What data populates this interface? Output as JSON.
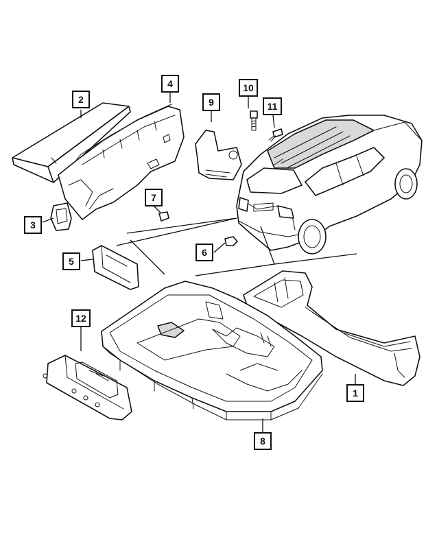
{
  "callouts": [
    {
      "id": "1",
      "label": "1"
    },
    {
      "id": "2",
      "label": "2"
    },
    {
      "id": "3",
      "label": "3"
    },
    {
      "id": "4",
      "label": "4"
    },
    {
      "id": "5",
      "label": "5"
    },
    {
      "id": "6",
      "label": "6"
    },
    {
      "id": "7",
      "label": "7"
    },
    {
      "id": "8",
      "label": "8"
    },
    {
      "id": "9",
      "label": "9"
    },
    {
      "id": "10",
      "label": "10"
    },
    {
      "id": "11",
      "label": "11"
    },
    {
      "id": "12",
      "label": "12"
    }
  ],
  "colors": {
    "ink": "#111111",
    "background": "#ffffff",
    "shade": "#d9d9d9"
  }
}
